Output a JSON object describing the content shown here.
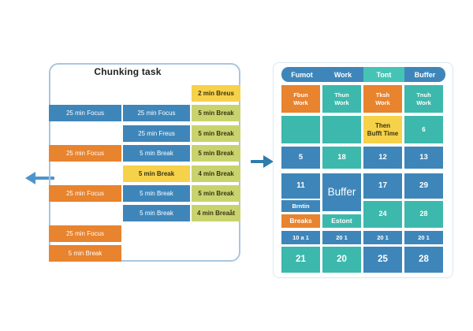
{
  "left_panel": {
    "title": "Chunking task",
    "blocks": [
      {
        "row": 0,
        "col": 2,
        "color": "yellow",
        "label": "2 min Breus"
      },
      {
        "row": 1,
        "col": 0,
        "color": "blue",
        "label": "25 min Focus"
      },
      {
        "row": 1,
        "col": 1,
        "color": "blue",
        "label": "25 min Focus"
      },
      {
        "row": 1,
        "col": 2,
        "color": "green",
        "label": "5 min Break"
      },
      {
        "row": 2,
        "col": 1,
        "color": "blue",
        "label": "25 min Freus"
      },
      {
        "row": 2,
        "col": 2,
        "color": "green",
        "label": "5 min Break"
      },
      {
        "row": 3,
        "col": 0,
        "color": "orange",
        "label": "25 min Focus"
      },
      {
        "row": 3,
        "col": 1,
        "color": "blue",
        "label": "5 min Break"
      },
      {
        "row": 3,
        "col": 2,
        "color": "green",
        "label": "5 min Break"
      },
      {
        "row": 4,
        "col": 1,
        "color": "yellow",
        "label": "5 min Break"
      },
      {
        "row": 4,
        "col": 2,
        "color": "green",
        "label": "4 min Break"
      },
      {
        "row": 5,
        "col": 0,
        "color": "orange",
        "label": "25 min Focus"
      },
      {
        "row": 5,
        "col": 1,
        "color": "blue",
        "label": "5 min Break"
      },
      {
        "row": 5,
        "col": 2,
        "color": "green",
        "label": "5 min Break"
      },
      {
        "row": 6,
        "col": 1,
        "color": "blue",
        "label": "5 min Break"
      },
      {
        "row": 6,
        "col": 2,
        "color": "green",
        "label": "4 min Breaåt"
      },
      {
        "row": 7,
        "col": 0,
        "color": "orange",
        "label": "25 min Focus"
      },
      {
        "row": 8,
        "col": 0,
        "color": "orange",
        "label": "5 min Break"
      }
    ]
  },
  "arrows": {
    "left": "left-arrow",
    "middle": "right-arrow"
  },
  "right_grid": {
    "headers": [
      {
        "label": "Fumot",
        "highlight": false
      },
      {
        "label": "Work",
        "highlight": false
      },
      {
        "label": "Tont",
        "highlight": true
      },
      {
        "label": "Buffer",
        "highlight": false
      }
    ],
    "cells": [
      {
        "row": "r1",
        "col": 0,
        "color": "orange",
        "lines": [
          "Fbun",
          "Work"
        ]
      },
      {
        "row": "r1",
        "col": 1,
        "color": "teal",
        "lines": [
          "Thun",
          "Work"
        ]
      },
      {
        "row": "r1",
        "col": 2,
        "color": "orange",
        "lines": [
          "Tksh",
          "Work"
        ]
      },
      {
        "row": "r1",
        "col": 3,
        "color": "teal",
        "lines": [
          "Tnuh",
          "Work"
        ]
      },
      {
        "row": "r2",
        "col": 0,
        "color": "teal",
        "label": ""
      },
      {
        "row": "r2",
        "col": 1,
        "color": "teal",
        "label": ""
      },
      {
        "row": "r2",
        "col": 2,
        "color": "yellow",
        "lines": [
          "Then",
          "Bufft Time"
        ]
      },
      {
        "row": "r2",
        "col": 3,
        "color": "teal",
        "label": "6"
      },
      {
        "row": "r3",
        "col": 0,
        "color": "blue",
        "label": "5"
      },
      {
        "row": "r3",
        "col": 1,
        "color": "teal",
        "label": "18"
      },
      {
        "row": "r3",
        "col": 2,
        "color": "blue",
        "label": "12"
      },
      {
        "row": "r3",
        "col": 3,
        "color": "blue",
        "label": "13"
      },
      {
        "row": "r4",
        "col": 0,
        "color": "blue",
        "label": "11"
      },
      {
        "row": "r4",
        "col": 1,
        "color": "blue",
        "label": "Buffer",
        "variant": "tall"
      },
      {
        "row": "r4",
        "col": 2,
        "color": "blue",
        "label": "17"
      },
      {
        "row": "r4",
        "col": 3,
        "color": "blue",
        "label": "29"
      },
      {
        "row": "r5",
        "col": 0,
        "color": "blue",
        "label": "Brntin",
        "variant": "top"
      },
      {
        "row": "r5",
        "col": 0,
        "color": "orange",
        "label": "Breaks",
        "variant": "bottom"
      },
      {
        "row": "r5",
        "col": 1,
        "color": "teal",
        "label": "Estont",
        "variant": "bottom"
      },
      {
        "row": "r5",
        "col": 2,
        "color": "teal",
        "label": "24"
      },
      {
        "row": "r5",
        "col": 3,
        "color": "teal",
        "label": "28"
      },
      {
        "row": "r6",
        "col": 0,
        "color": "blue",
        "label": "10 a 1"
      },
      {
        "row": "r6",
        "col": 1,
        "color": "blue",
        "label": "20 1"
      },
      {
        "row": "r6",
        "col": 2,
        "color": "blue",
        "label": "20 1"
      },
      {
        "row": "r6",
        "col": 3,
        "color": "blue",
        "label": "20 1"
      },
      {
        "row": "r7",
        "col": 0,
        "color": "teal",
        "label": "21"
      },
      {
        "row": "r7",
        "col": 1,
        "color": "teal",
        "label": "20"
      },
      {
        "row": "r7",
        "col": 2,
        "color": "blue",
        "label": "25"
      },
      {
        "row": "r7",
        "col": 3,
        "color": "blue",
        "label": "28"
      }
    ]
  },
  "colors": {
    "blue": "#3e86ba",
    "teal": "#3cb9ac",
    "orange": "#e8832e",
    "yellow": "#f6d14a",
    "green": "#c9d36e",
    "header_teal": "#45c4b6",
    "panel_border": "#a9c6e0",
    "grid_border": "#d8e8f2",
    "arrow_blue": "#3c88be",
    "dark_text": "#3a3414",
    "white_text": "#ffffff"
  }
}
